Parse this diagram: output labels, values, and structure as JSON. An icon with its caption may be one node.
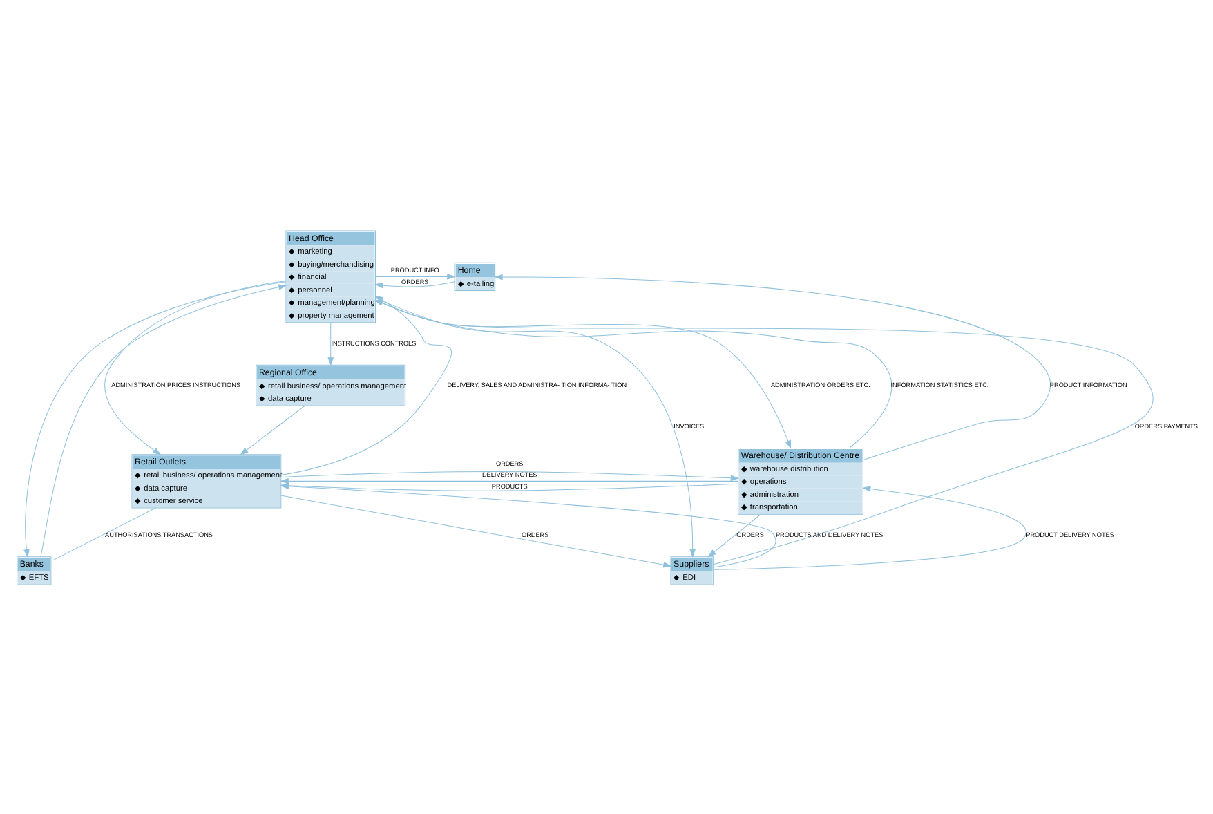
{
  "diagram": {
    "nodes": [
      {
        "text": [
          "Head Office",
          "◆ marketing",
          "◆ buying/merchandising",
          "◆ financial",
          "◆ personnel",
          "◆ management/planning",
          "◆ property management"
        ]
      },
      {
        "text": [
          "Home",
          "◆ e-tailing"
        ]
      },
      {
        "text": [
          "Regional Office",
          "◆ retail business/ operations management",
          "◆ data capture"
        ]
      },
      {
        "text": [
          "Retail Outlets",
          "◆ retail business/ operations management",
          "◆ data capture",
          "◆ customer service"
        ]
      },
      {
        "text": [
          "Warehouse/ Distribution Centre",
          "◆ warehouse distribution",
          "◆ operations",
          "◆ administration",
          "◆ transportation"
        ]
      },
      {
        "text": [
          "Banks",
          "◆ EFTS"
        ]
      },
      {
        "text": [
          "Suppliers",
          "◆ EDI"
        ]
      }
    ],
    "edges": [
      {
        "from": 6,
        "to": 0,
        "arrow": "to",
        "label": "ORDERS PAYMENTS"
      },
      {
        "from": 0,
        "to": 6,
        "arrow": "to",
        "label": "INVOICES"
      },
      {
        "from": 1,
        "to": 0,
        "arrow": "to",
        "label": "ORDERS"
      },
      {
        "from": 0,
        "to": 1,
        "arrow": "to",
        "label": "PRODUCT INFO"
      },
      {
        "from": 0,
        "to": 2,
        "arrow": "to",
        "label": "INSTRUCTIONS CONTROLS"
      },
      {
        "from": 4,
        "to": 1,
        "arrow": "to",
        "label": "PRODUCT INFORMATION"
      },
      {
        "from": 3,
        "to": 0,
        "arrow": "to",
        "label": "DELIVERY, SALES AND ADMINISTRA- TION INFORMA- TION"
      },
      {
        "from": 4,
        "to": 0,
        "arrow": "to",
        "label": "INFORMATION STATISTICS ETC."
      },
      {
        "from": 0,
        "to": 4,
        "arrow": "to",
        "label": "ADMINISTRATION ORDERS ETC."
      },
      {
        "from": 0,
        "to": 3,
        "arrow": "to",
        "label": "ADMINISTRATION PRICES INSTRUCTIONS"
      },
      {
        "from": 2,
        "to": 3,
        "arrow": "to"
      },
      {
        "from": 3,
        "to": 4,
        "arrow": "to",
        "label": "ORDERS"
      },
      {
        "from": 4,
        "to": 3,
        "arrow": "to",
        "label": "PRODUCTS"
      },
      {
        "from": 4,
        "to": 3,
        "arrow": "to",
        "label": "DELIVERY NOTES"
      },
      {
        "from": 3,
        "to": 5,
        "arrow": "none",
        "label": "AUTHORISATIONS TRANSACTIONS"
      },
      {
        "from": 0,
        "to": 5,
        "arrow": "to"
      },
      {
        "from": 5,
        "to": 0,
        "arrow": "to"
      },
      {
        "from": 6,
        "to": 3,
        "arrow": "to",
        "label": "PRODUCTS AND DELIVERY NOTES"
      },
      {
        "from": 3,
        "to": 6,
        "arrow": "to",
        "label": "ORDERS"
      },
      {
        "from": 6,
        "to": 4,
        "arrow": "to",
        "label": "PRODUCT DELIVERY NOTES"
      },
      {
        "from": 4,
        "to": 6,
        "arrow": "to",
        "label": "ORDERS"
      }
    ]
  }
}
